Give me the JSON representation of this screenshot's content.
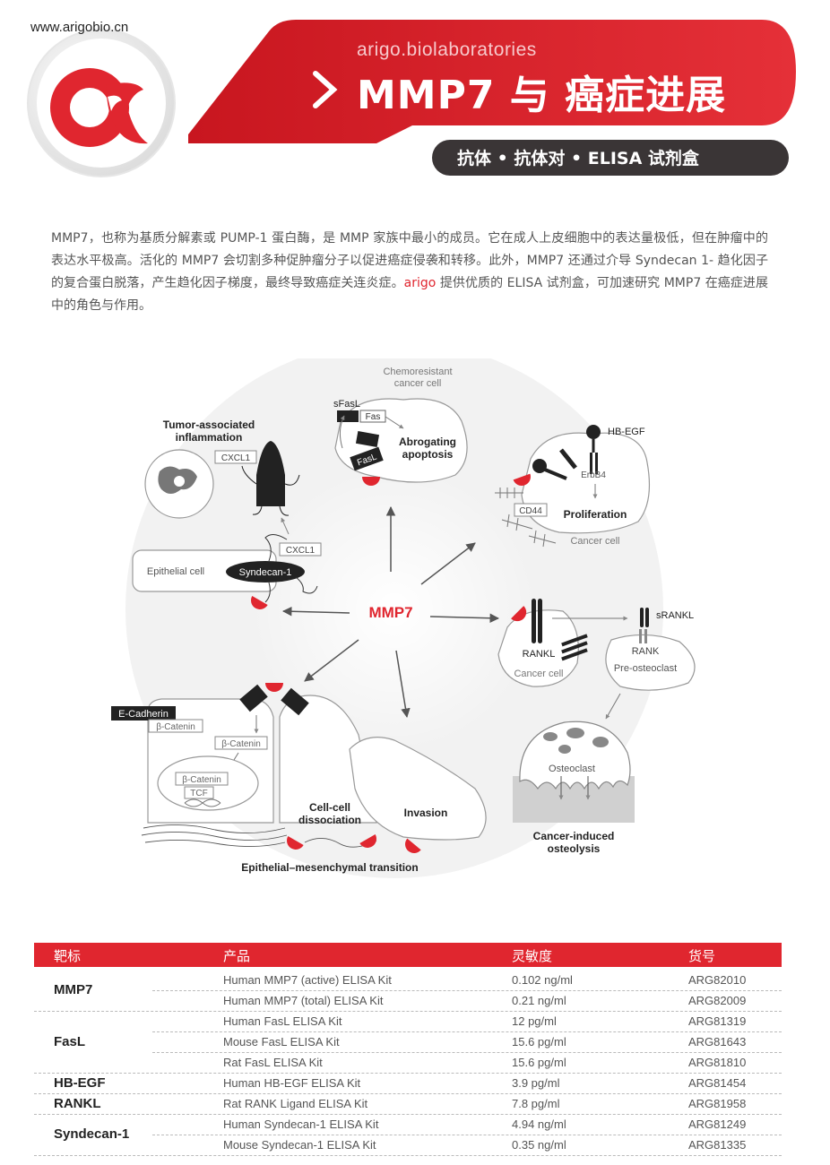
{
  "header": {
    "url": "www.arigobio.cn",
    "tagline": "arigo.biolaboratories",
    "title": "MMP7 与 癌症进展",
    "subtitle": "抗体 • 抗体对 • ELISA 试剂盒"
  },
  "intro": {
    "before_brand": "MMP7，也称为基质分解素或 PUMP-1 蛋白酶，是 MMP 家族中最小的成员。它在成人上皮细胞中的表达量极低，但在肿瘤中的表达水平极高。活化的 MMP7 会切割多种促肿瘤分子以促进癌症侵袭和转移。此外，MMP7 还通过介导 Syndecan 1- 趋化因子的复合蛋白脱落，产生趋化因子梯度，最终导致癌症关连炎症。",
    "brand": "arigo",
    "after_brand": " 提供优质的 ELISA 试剂盒，可加速研究 MMP7 在癌症进展中的角色与作用。"
  },
  "diagram": {
    "center": "MMP7",
    "chemoresistant_1": "Chemoresistant",
    "chemoresistant_2": "cancer cell",
    "sfasl": "sFasL",
    "fas": "Fas",
    "fasl": "FasL",
    "abrogating_1": "Abrogating",
    "abrogating_2": "apoptosis",
    "tumor_inflam_1": "Tumor-associated",
    "tumor_inflam_2": "inflammation",
    "cxcl1_a": "CXCL1",
    "cxcl1_b": "CXCL1",
    "epithelial_cell": "Epithelial cell",
    "syndecan": "Syndecan-1",
    "hbegf": "HB-EGF",
    "erbb4": "ErbB4",
    "cd44": "CD44",
    "proliferation": "Proliferation",
    "cancer_cell_top": "Cancer cell",
    "srankl": "sRANKL",
    "rankl": "RANKL",
    "cancer_cell_mid": "Cancer cell",
    "rank": "RANK",
    "pre_osteoclast": "Pre-osteoclast",
    "osteoclast": "Osteoclast",
    "osteolysis_1": "Cancer-induced",
    "osteolysis_2": "osteolysis",
    "ecadherin": "E-Cadherin",
    "bcatenin_1": "β-Catenin",
    "bcatenin_2": "β-Catenin",
    "bcatenin_3": "β-Catenin",
    "tcf": "TCF",
    "cellcell_1": "Cell-cell",
    "cellcell_2": "dissociation",
    "invasion": "Invasion",
    "emt": "Epithelial–mesenchymal transition"
  },
  "table": {
    "headers": [
      "靶标",
      "产品",
      "灵敏度",
      "货号"
    ],
    "groups": [
      {
        "target": "MMP7",
        "rows": [
          {
            "product": "Human MMP7 (active) ELISA Kit",
            "sensitivity": "0.102 ng/ml",
            "catalog": "ARG82010"
          },
          {
            "product": "Human MMP7 (total) ELISA Kit",
            "sensitivity": "0.21 ng/ml",
            "catalog": "ARG82009"
          }
        ]
      },
      {
        "target": "FasL",
        "rows": [
          {
            "product": "Human FasL ELISA Kit",
            "sensitivity": "12 pg/ml",
            "catalog": "ARG81319"
          },
          {
            "product": "Mouse FasL ELISA Kit",
            "sensitivity": "15.6 pg/ml",
            "catalog": "ARG81643"
          },
          {
            "product": "Rat FasL ELISA Kit",
            "sensitivity": "15.6 pg/ml",
            "catalog": "ARG81810"
          }
        ]
      },
      {
        "target": "HB-EGF",
        "rows": [
          {
            "product": "Human HB-EGF ELISA Kit",
            "sensitivity": "3.9 pg/ml",
            "catalog": "ARG81454"
          }
        ]
      },
      {
        "target": "RANKL",
        "rows": [
          {
            "product": "Rat RANK Ligand ELISA Kit",
            "sensitivity": "7.8 pg/ml",
            "catalog": "ARG81958"
          }
        ]
      },
      {
        "target": "Syndecan-1",
        "rows": [
          {
            "product": "Human Syndecan-1 ELISA Kit",
            "sensitivity": "4.94 ng/ml",
            "catalog": "ARG81249"
          },
          {
            "product": "Mouse Syndecan-1 ELISA Kit",
            "sensitivity": "0.35 ng/ml",
            "catalog": "ARG81335"
          }
        ]
      }
    ]
  },
  "colors": {
    "brand_red": "#e0262f",
    "dark_bar": "#3a3536"
  }
}
